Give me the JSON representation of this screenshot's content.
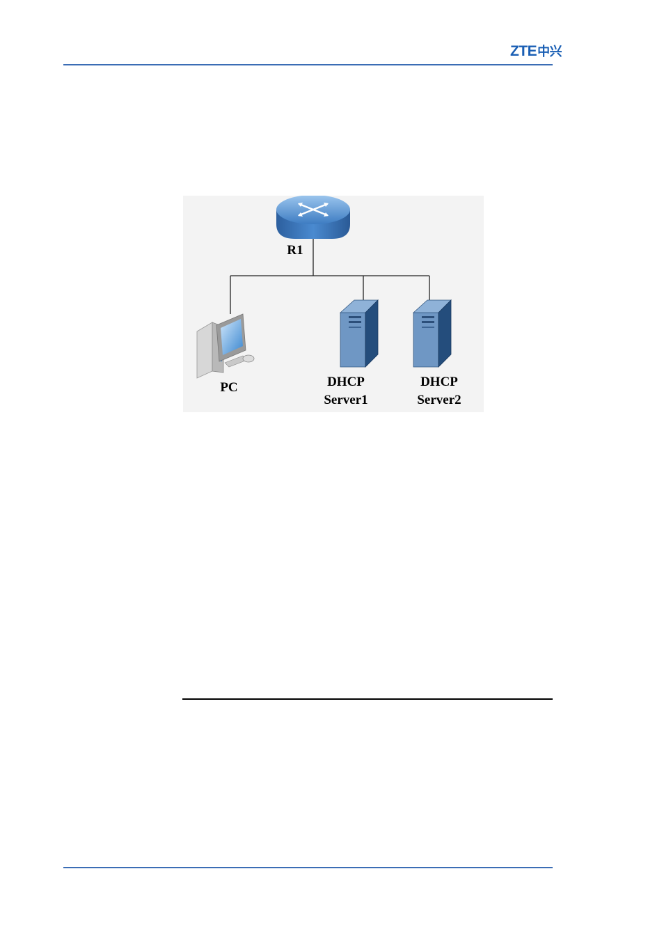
{
  "header": {
    "logo_latin": "ZTE",
    "logo_cn": "中兴"
  },
  "diagram": {
    "nodes": {
      "router": {
        "label": "R1",
        "icon": "router-icon"
      },
      "pc": {
        "label": "PC",
        "icon": "desktop-computer-icon"
      },
      "server1": {
        "label_line1": "DHCP",
        "label_line2": "Server1",
        "icon": "server-icon"
      },
      "server2": {
        "label_line1": "DHCP",
        "label_line2": "Server2",
        "icon": "server-icon"
      }
    },
    "colors": {
      "router": "#3f7fc4",
      "server": "#4f79a8",
      "background": "#f3f3f3",
      "brand": "#1a5fb4"
    }
  }
}
